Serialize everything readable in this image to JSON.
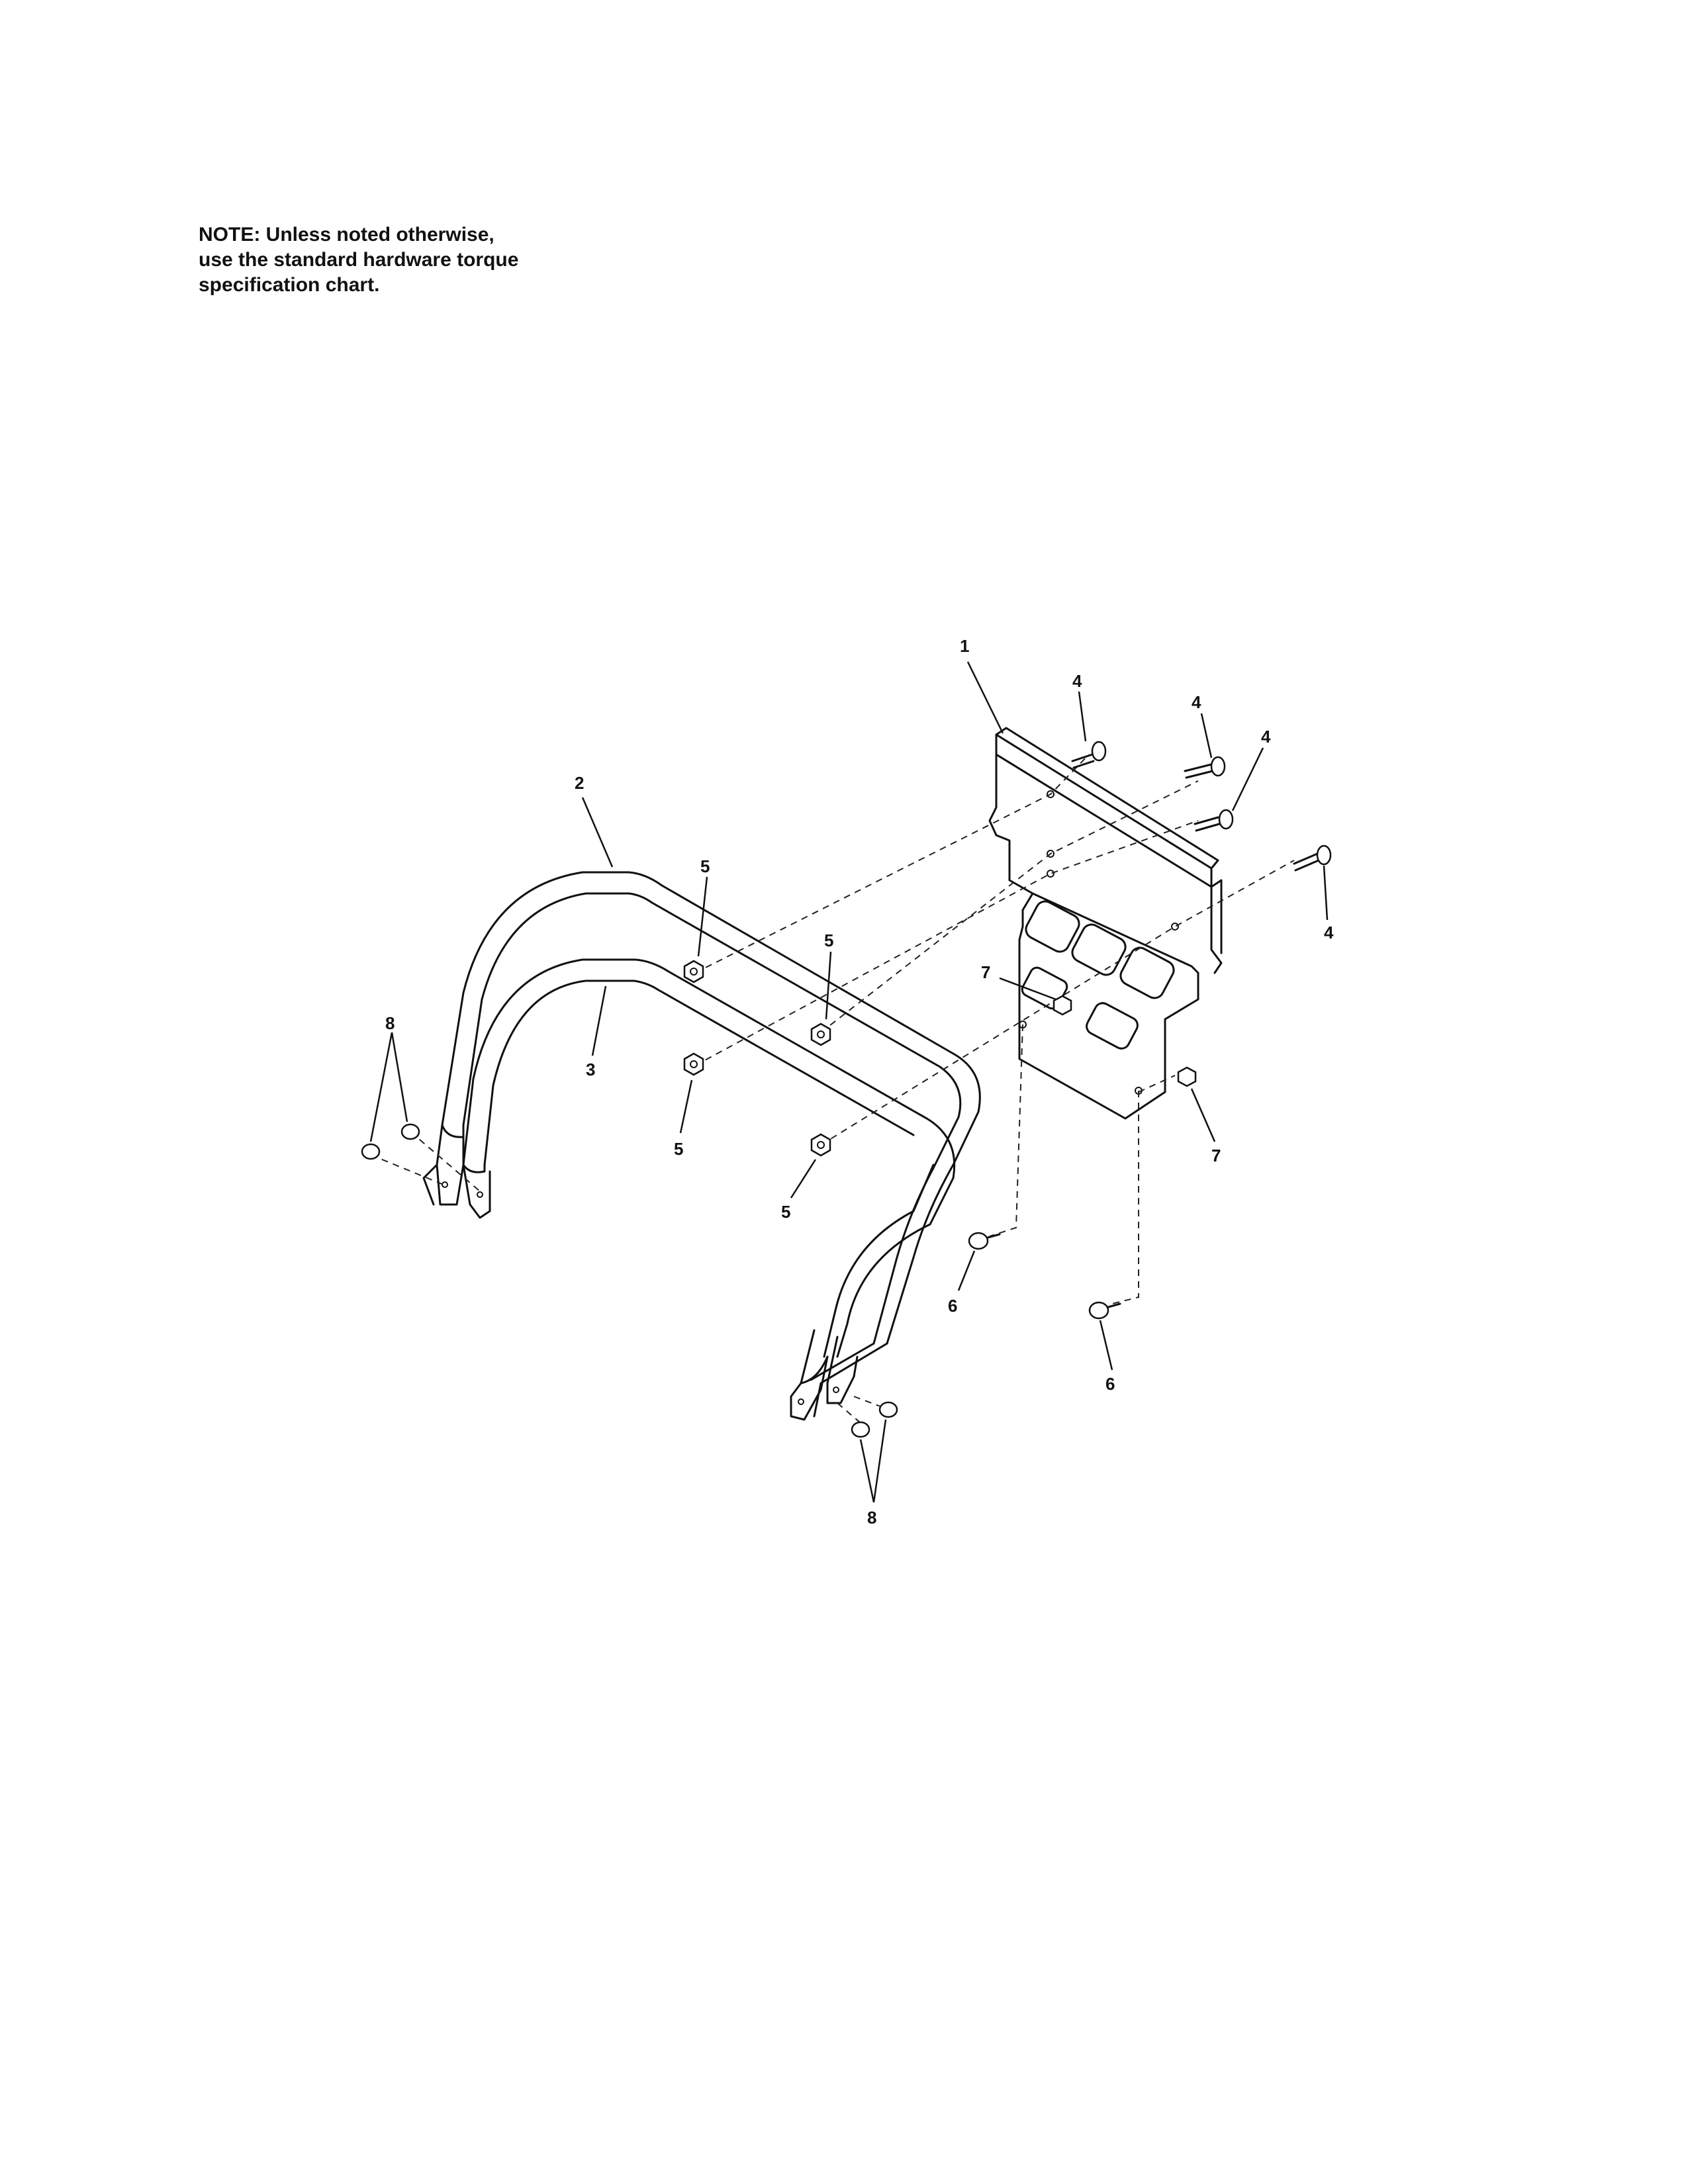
{
  "note": {
    "lines": [
      "NOTE: Unless noted otherwise,",
      "use the standard hardware torque",
      "specification chart."
    ]
  },
  "callouts": {
    "c1": "1",
    "c2": "2",
    "c3": "3",
    "c4": "4",
    "c5": "5",
    "c6": "6",
    "c7": "7",
    "c8": "8"
  }
}
